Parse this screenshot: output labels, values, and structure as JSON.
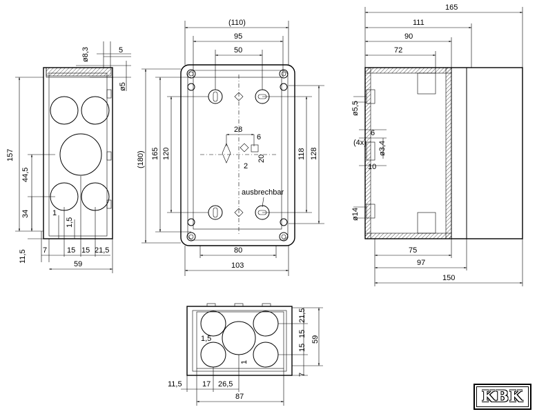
{
  "left_view": {
    "dims": {
      "d83": "ø8,3",
      "w5": "5",
      "d5": "ø5",
      "h157": "157",
      "h44_5": "44,5",
      "h34": "34",
      "h1": "1",
      "h1_5": "1,5",
      "h11_5": "11,5",
      "w7": "7",
      "w15a": "15",
      "w15b": "15",
      "w21_5": "21,5",
      "w59": "59"
    }
  },
  "front_view": {
    "dims": {
      "w110": "(110)",
      "w95": "95",
      "w50": "50",
      "h180": "(180)",
      "h165": "165",
      "h120": "120",
      "w28": "28",
      "h6": "6",
      "w2": "2",
      "h20": "20",
      "h118": "118",
      "h128": "128",
      "w80": "80",
      "w103": "103"
    },
    "label_knockout": "ausbrechbar"
  },
  "side_view": {
    "dims": {
      "w165": "165",
      "w111": "111",
      "w90": "90",
      "w72": "72",
      "d5_5": "ø5,5",
      "h6": "6",
      "count4x": "(4x)",
      "d3_4": "ø3,4",
      "h10": "10",
      "d14": "ø14",
      "w75": "75",
      "w97": "97",
      "w150": "150"
    }
  },
  "bottom_view": {
    "dims": {
      "h21_5": "21,5",
      "h15a": "15",
      "h15b": "15",
      "h59": "59",
      "h7": "7",
      "h1_5": "1,5",
      "h1": "1",
      "w11_5": "11,5",
      "w17": "17",
      "w26_5": "26,5",
      "w87": "87"
    }
  },
  "logo": {
    "text": "KBK"
  }
}
